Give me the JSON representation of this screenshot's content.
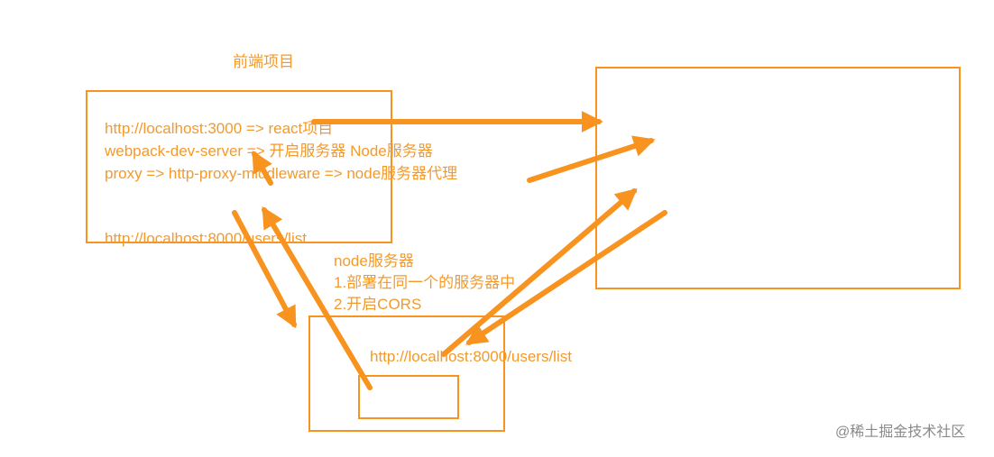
{
  "colors": {
    "accent": "#f7931e",
    "text": "#f39a2b",
    "watermark": "#8a8a8a"
  },
  "frontend": {
    "title": "前端项目",
    "lines": [
      "http://localhost:3000 => react项目",
      "webpack-dev-server => 开启服务器 Node服务器",
      "proxy => http-proxy-middleware => node服务器代理"
    ],
    "bottom_url": "http://localhost:8000/users/list"
  },
  "node_server": {
    "title": "node服务器",
    "steps": [
      "1.部署在同一个的服务器中",
      "2.开启CORS"
    ],
    "url": "http://localhost:8000/users/list"
  },
  "watermark": "@稀土掘金技术社区"
}
